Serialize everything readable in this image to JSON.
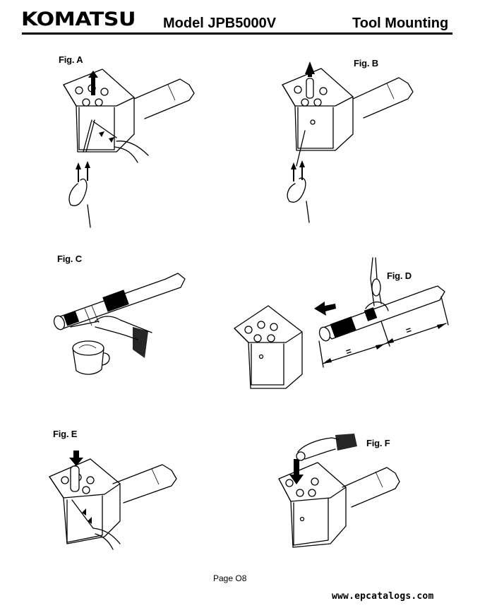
{
  "header": {
    "logo_text": "KOMATSU",
    "model": "Model JPB5000V",
    "section": "Tool Mounting"
  },
  "figures": {
    "a": "Fig. A",
    "b": "Fig. B",
    "c": "Fig. C",
    "d": "Fig. D",
    "e": "Fig. E",
    "f": "Fig. F"
  },
  "dimension_marks": [
    "=",
    "="
  ],
  "footer": {
    "page": "Page O8",
    "watermark": "www.epcatalogs.com"
  }
}
